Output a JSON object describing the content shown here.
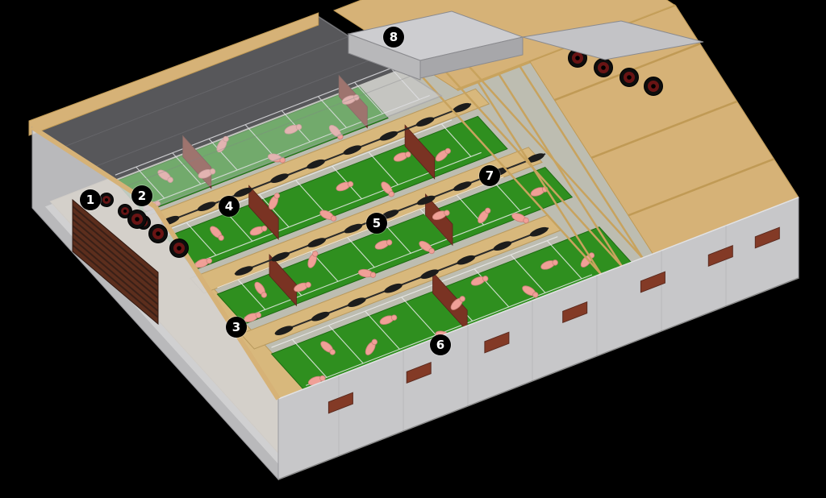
{
  "callouts": [
    {
      "label": "1"
    },
    {
      "label": "2"
    },
    {
      "label": "3"
    },
    {
      "label": "4"
    },
    {
      "label": "5"
    },
    {
      "label": "6"
    },
    {
      "label": "7"
    },
    {
      "label": "8"
    }
  ],
  "colors": {
    "bg": "#000000",
    "badge-bg": "#000000",
    "badge-text": "#ffffff",
    "wall-west": "#d3d3d5",
    "wall-south": "#c7c7c9",
    "wall-east": "#bfbfc2",
    "floor-concrete": "#bdbdb1",
    "aisle-tan": "#d8b87c",
    "aisle-edge": "#b99a5e",
    "roof-tan": "#d6b277",
    "roof-tan-dark": "#c09a55",
    "truss": "#c8a35e",
    "pen-green": "#2f8f1f",
    "pen-green-dark": "#1d6b12",
    "pig-pink": "#f0a097",
    "pig-dark": "#c97f78",
    "partition-brown": "#7a3323",
    "vent-brown": "#833a26",
    "fan-black": "#0d0d0d",
    "fan-red": "#7a1616",
    "louver-brown": "#5c2e1d",
    "ghost-roof": "rgba(208,208,214,0.42)",
    "monitor-top": "#cdcdd0",
    "monitor-front": "#b8b8ba",
    "monitor-side": "#a7a7aa"
  }
}
